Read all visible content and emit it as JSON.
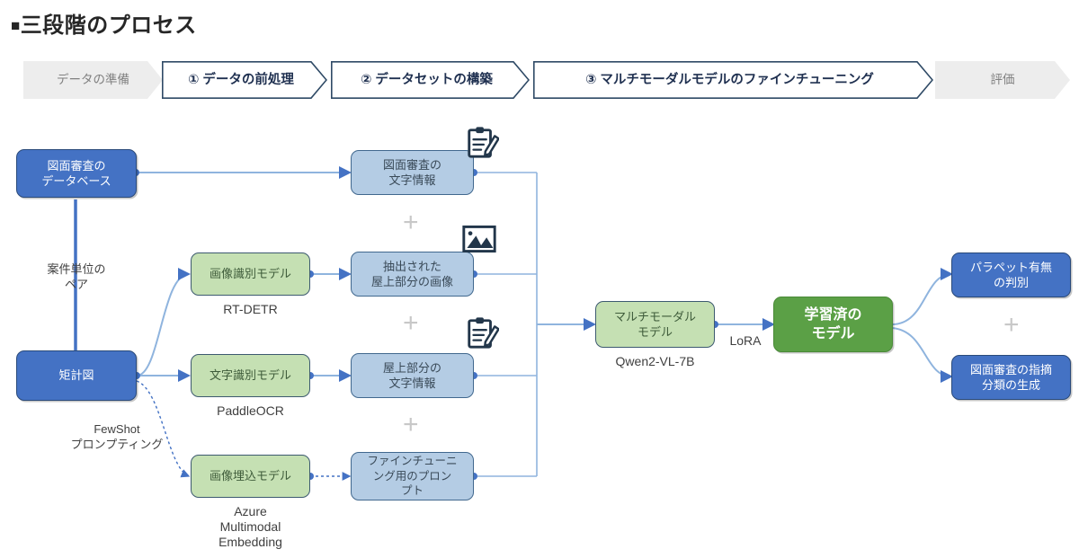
{
  "title": {
    "bullet": "■",
    "text": "三段階のプロセス"
  },
  "process_bar": [
    {
      "label": "データの準備",
      "state": "inactive"
    },
    {
      "label": "① データの前処理",
      "state": "active"
    },
    {
      "label": "② データセットの構築",
      "state": "active"
    },
    {
      "label": "③ マルチモーダルモデルのファインチューニング",
      "state": "active"
    },
    {
      "label": "評価",
      "state": "inactive"
    }
  ],
  "nodes": {
    "drawing_db": "図面審査の\nデータベース",
    "kukeizu": "矩計図",
    "image_model": "画像識別モデル",
    "text_model": "文字識別モデル",
    "embed_model": "画像埋込モデル",
    "review_text": "図面審査の\n文字情報",
    "roof_image": "抽出された\n屋上部分の画像",
    "roof_text": "屋上部分の\n文字情報",
    "ft_prompt": "ファインチューニ\nング用のプロン\nプト",
    "multimodal": "マルチモーダル\nモデル",
    "trained": "学習済の\nモデル",
    "parapet": "パラペット有無\nの判別",
    "remark": "図面審査の指摘\n分類の生成"
  },
  "captions": {
    "image_model": "RT-DETR",
    "text_model": "PaddleOCR",
    "embed_model": "Azure\nMultimodal\nEmbedding",
    "multimodal": "Qwen2-VL-7B"
  },
  "edge_labels": {
    "pair": "案件単位の\nペア",
    "fewshot": "FewShot\nプロンプティング",
    "lora": "LoRA"
  },
  "separators": {
    "plus": "+"
  },
  "icons": {
    "review_text": "clipboard-pencil-icon",
    "roof_image": "picture-icon",
    "roof_text": "clipboard-pencil-icon"
  },
  "colors": {
    "dark_blue": "#4472C4",
    "light_blue": "#B4CCE4",
    "light_green": "#C5E0B3",
    "solid_green": "#5BA046",
    "wire": "#8FB4DE",
    "chevron_inactive": "#EDEDED",
    "chevron_border": "#2F4A66"
  }
}
